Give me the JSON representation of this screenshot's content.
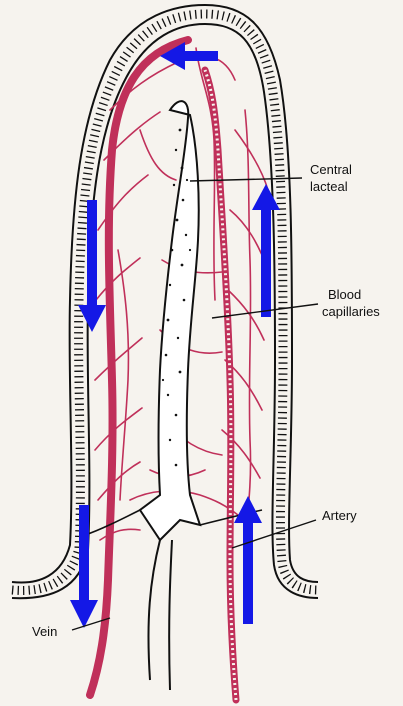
{
  "diagram": {
    "labels": {
      "central_lacteal": [
        "Central",
        "lacteal"
      ],
      "blood_capillaries": [
        "Blood",
        "capillaries"
      ],
      "artery": "Artery",
      "vein": "Vein"
    },
    "flow_arrows": [
      {
        "id": "top",
        "direction": "left"
      },
      {
        "id": "left-upper",
        "direction": "down"
      },
      {
        "id": "right-upper",
        "direction": "up"
      },
      {
        "id": "left-lower",
        "direction": "down"
      },
      {
        "id": "right-lower",
        "direction": "up"
      }
    ],
    "colors": {
      "vessel": "#c0305a",
      "arrow": "#1418e6",
      "outline": "#111111",
      "paper": "#f6f3ee"
    }
  }
}
